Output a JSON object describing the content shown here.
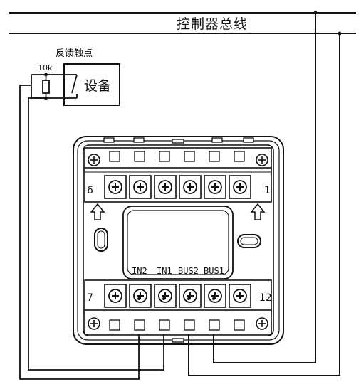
{
  "bus": {
    "label": "控制器总线"
  },
  "device": {
    "feedback_label": "反馈触点",
    "resistor_label": "10k",
    "box_label": "设备"
  },
  "module": {
    "terminal_left_number": "6",
    "terminal_right_number": "1",
    "terminal_bottom_left_number": "7",
    "terminal_bottom_right_number": "12",
    "terminal_labels": [
      "IN2",
      "IN1",
      "BUS2",
      "BUS1"
    ]
  },
  "icons": {
    "screw": "screw-terminal-icon",
    "arrow": "up-arrow-icon"
  },
  "colors": {
    "line": "#111111",
    "background": "#ffffff"
  }
}
